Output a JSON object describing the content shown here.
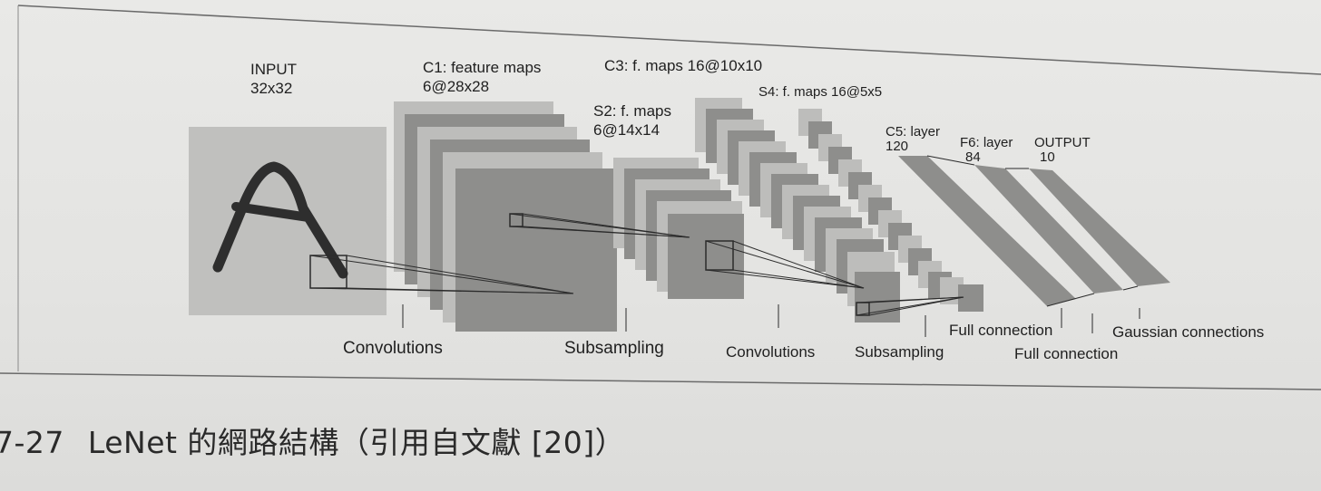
{
  "diagram": {
    "layers": {
      "input": {
        "name": "INPUT",
        "size": "32x32"
      },
      "c1": {
        "name": "C1: feature maps",
        "size": "6@28x28"
      },
      "s2": {
        "name": "S2: f. maps",
        "size": "6@14x14"
      },
      "c3": {
        "name": "C3: f. maps 16@10x10"
      },
      "s4": {
        "name": "S4: f. maps 16@5x5"
      },
      "c5": {
        "name": "C5: layer",
        "size": "120"
      },
      "f6": {
        "name": "F6: layer",
        "size": "84"
      },
      "output": {
        "name": "OUTPUT",
        "size": "10"
      }
    },
    "operations": {
      "conv1": "Convolutions",
      "sub1": "Subsampling",
      "conv2": "Convolutions",
      "sub2": "Subsampling",
      "full1": "Full connection",
      "full2": "Full connection",
      "gauss": "Gaussian connections"
    }
  },
  "caption": {
    "number": "7-27",
    "text": "LeNet 的網路結構（引用自文獻 [20]）"
  },
  "colors": {
    "light_map": "#b9b9b7",
    "dark_map": "#8e8e8c",
    "input_bg": "#c0c0be",
    "stroke": "#2b2b2b"
  }
}
